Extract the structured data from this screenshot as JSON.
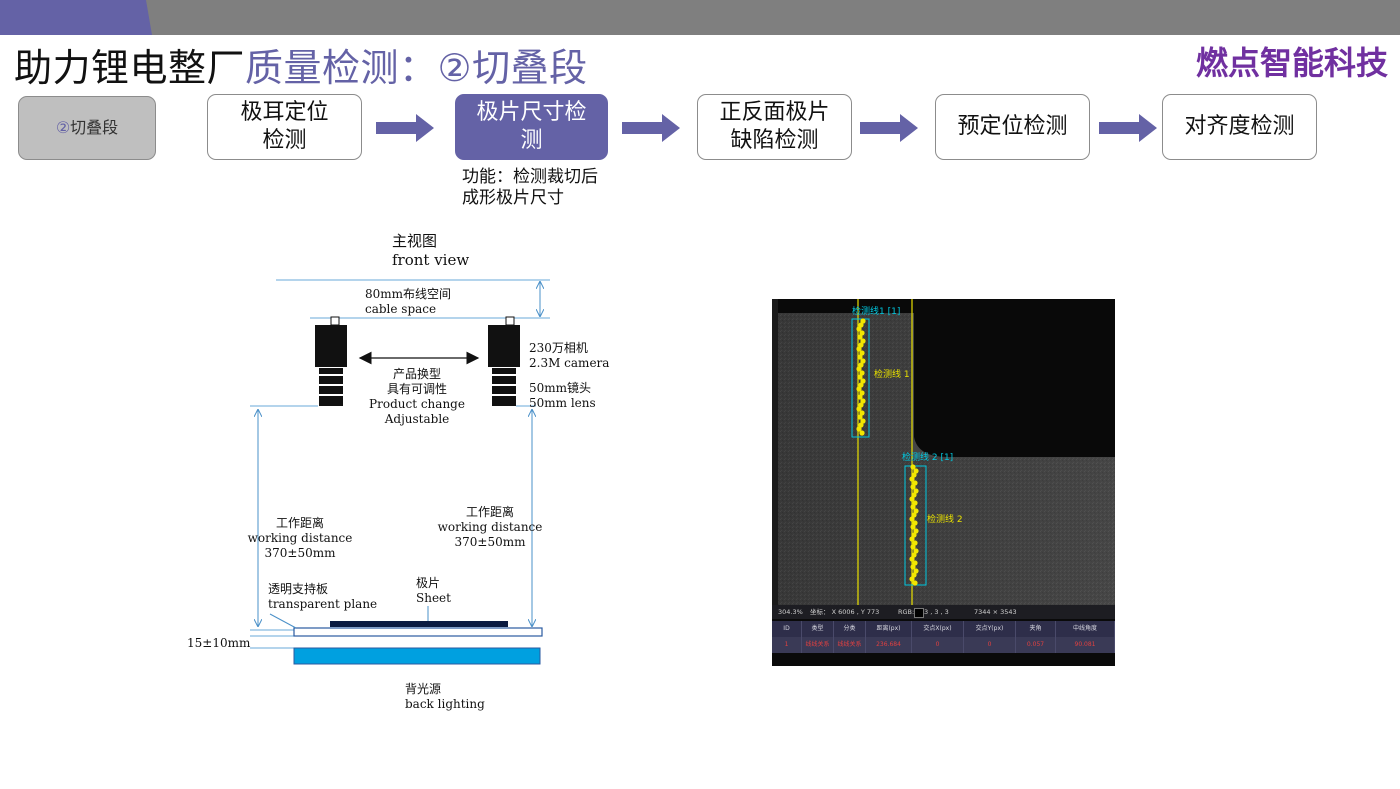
{
  "header": {
    "title_main": "助力锂电整厂",
    "title_sub": "质量检测：②切叠段",
    "company": "燃点智能科技",
    "accent_color": "#6462a6",
    "company_color": "#7030a0"
  },
  "process": {
    "current_section": {
      "circle": "②",
      "label": "切叠段"
    },
    "steps": [
      {
        "line1": "极耳定位",
        "line2": "检测"
      },
      {
        "line1": "极片尺寸检",
        "line2": "测"
      },
      {
        "line1": "正反面极片",
        "line2": "缺陷检测"
      },
      {
        "line1": "预定位检测"
      },
      {
        "line1": "对齐度检测"
      }
    ],
    "active_step": 1,
    "function_note": {
      "line1": "功能：检测裁切后",
      "line2": "成形极片尺寸"
    }
  },
  "diagram": {
    "title_cn": "主视图",
    "title_en": "front view",
    "cable_cn": "80mm布线空间",
    "cable_en": "cable space",
    "camera_cn": "230万相机",
    "camera_en": "2.3M camera",
    "lens_cn": "50mm镜头",
    "lens_en": "50mm lens",
    "adjust_cn1": "产品换型",
    "adjust_cn2": "具有可调性",
    "adjust_en1": "Product change",
    "adjust_en2": "Adjustable",
    "wd_left_cn": "工作距离",
    "wd_left_en": "working distance",
    "wd_left_val": "370±50mm",
    "wd_right_cn": "工作距离",
    "wd_right_en": "working distance",
    "wd_right_val": "370±50mm",
    "plate_cn": "透明支持板",
    "plate_en": "transparent  plane",
    "sheet_cn": "极片",
    "sheet_en": "Sheet",
    "gap": "15±10mm",
    "backlight_cn": "背光源",
    "backlight_en": "back lighting",
    "backlight_color": "#00a0e0"
  },
  "screenshot": {
    "roi1_title": "检测线1 [1]",
    "roi1_label": "检测线 1",
    "roi2_title": "检测线 2 [1]",
    "roi2_label": "检测线 2",
    "status": {
      "zoom": "304.3%",
      "coord": "坐标： X 6006 , Y 773",
      "rgb": "RGB:",
      "rgb_val": "3 , 3 , 3",
      "size": "7344 × 3543"
    },
    "table_headers": [
      "ID",
      "类型",
      "分类",
      "距离(px)",
      "交点X(px)",
      "交点Y(px)",
      "夹角",
      "中线角度"
    ],
    "table_row": [
      "1",
      "线线关系",
      "线线关系",
      "236.684",
      "0",
      "0",
      "0.057",
      "90.081"
    ],
    "line_color": "#e8e000",
    "roi_color": "#00c8e0"
  }
}
